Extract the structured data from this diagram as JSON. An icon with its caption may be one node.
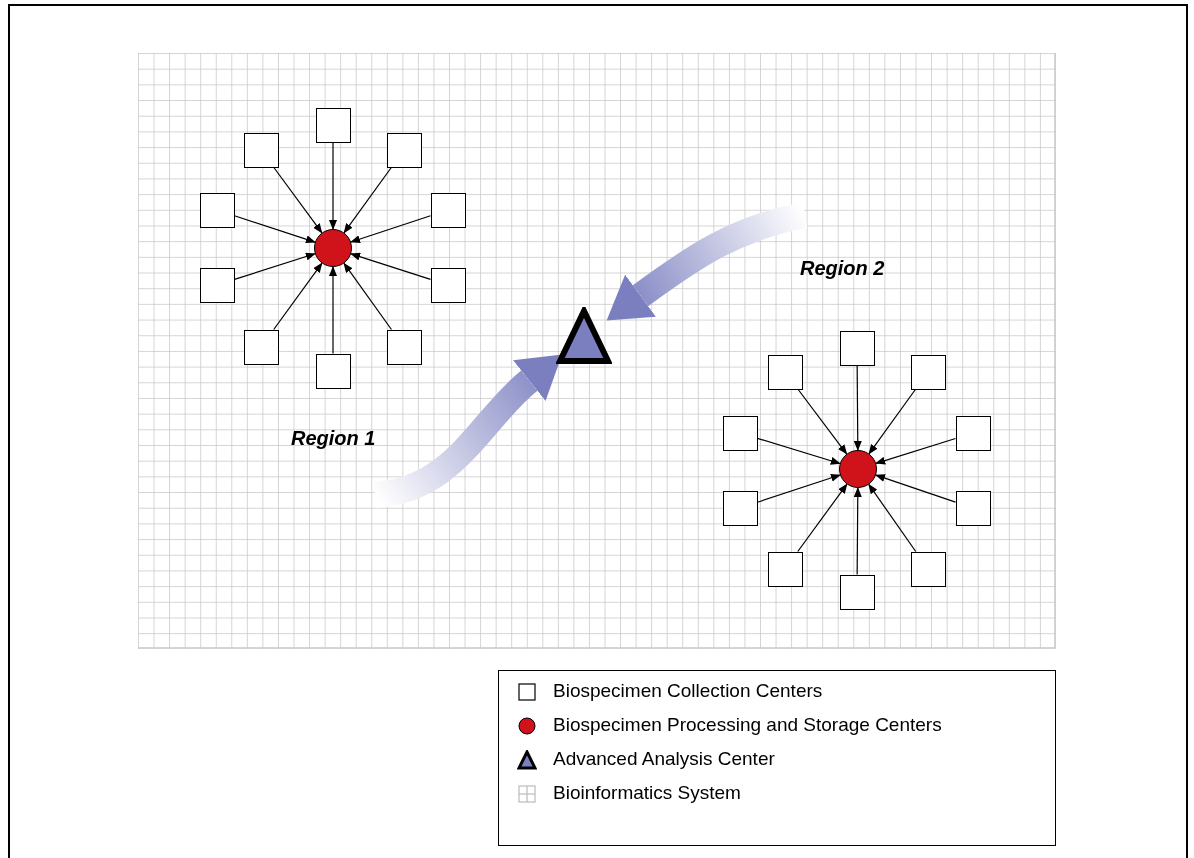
{
  "diagram": {
    "nodes": [
      {
        "text": [],
        "shape": "circle"
      },
      {
        "text": [],
        "shape": "box"
      },
      {
        "text": [],
        "shape": "box"
      },
      {
        "text": [],
        "shape": "box"
      },
      {
        "text": [],
        "shape": "box"
      },
      {
        "text": [],
        "shape": "box"
      },
      {
        "text": [],
        "shape": "box"
      },
      {
        "text": [],
        "shape": "box"
      },
      {
        "text": [],
        "shape": "box"
      },
      {
        "text": [],
        "shape": "box"
      },
      {
        "text": [],
        "shape": "box"
      },
      {
        "text": [],
        "shape": "triangle"
      },
      {
        "text": [],
        "shape": "circle"
      },
      {
        "text": [],
        "shape": "box"
      },
      {
        "text": [],
        "shape": "box"
      },
      {
        "text": [],
        "shape": "box"
      },
      {
        "text": [],
        "shape": "box"
      },
      {
        "text": [],
        "shape": "box"
      },
      {
        "text": [],
        "shape": "box"
      },
      {
        "text": [],
        "shape": "box"
      },
      {
        "text": [],
        "shape": "box"
      },
      {
        "text": [],
        "shape": "box"
      },
      {
        "text": [],
        "shape": "box"
      }
    ],
    "edges": [
      {
        "from": 1,
        "to": 0,
        "arrow": "to"
      },
      {
        "from": 2,
        "to": 0,
        "arrow": "to"
      },
      {
        "from": 3,
        "to": 0,
        "arrow": "to"
      },
      {
        "from": 4,
        "to": 0,
        "arrow": "to"
      },
      {
        "from": 5,
        "to": 0,
        "arrow": "to"
      },
      {
        "from": 6,
        "to": 0,
        "arrow": "to"
      },
      {
        "from": 7,
        "to": 0,
        "arrow": "to"
      },
      {
        "from": 8,
        "to": 0,
        "arrow": "to"
      },
      {
        "from": 9,
        "to": 0,
        "arrow": "to"
      },
      {
        "from": 10,
        "to": 0,
        "arrow": "to"
      },
      {
        "from": 13,
        "to": 12,
        "arrow": "to"
      },
      {
        "from": 14,
        "to": 12,
        "arrow": "to"
      },
      {
        "from": 15,
        "to": 12,
        "arrow": "to"
      },
      {
        "from": 16,
        "to": 12,
        "arrow": "to"
      },
      {
        "from": 17,
        "to": 12,
        "arrow": "to"
      },
      {
        "from": 18,
        "to": 12,
        "arrow": "to"
      },
      {
        "from": 19,
        "to": 12,
        "arrow": "to"
      },
      {
        "from": 20,
        "to": 12,
        "arrow": "to"
      },
      {
        "from": 21,
        "to": 12,
        "arrow": "to"
      },
      {
        "from": 22,
        "to": 12,
        "arrow": "to"
      },
      {
        "from": null,
        "to": 11,
        "arrow": "to",
        "style": "thick",
        "color": "#7b7fbf"
      },
      {
        "from": null,
        "to": 11,
        "arrow": "to",
        "style": "thick",
        "color": "#7b7fbf"
      }
    ],
    "labels": [
      "Region 1",
      "Region 2"
    ],
    "legend": [
      {
        "text": "Biospecimen Collection Centers"
      },
      {
        "text": "Biospecimen Processing and Storage Centers"
      },
      {
        "text": "Advanced Analysis Center"
      },
      {
        "text": "Bioinformatics System"
      }
    ]
  }
}
